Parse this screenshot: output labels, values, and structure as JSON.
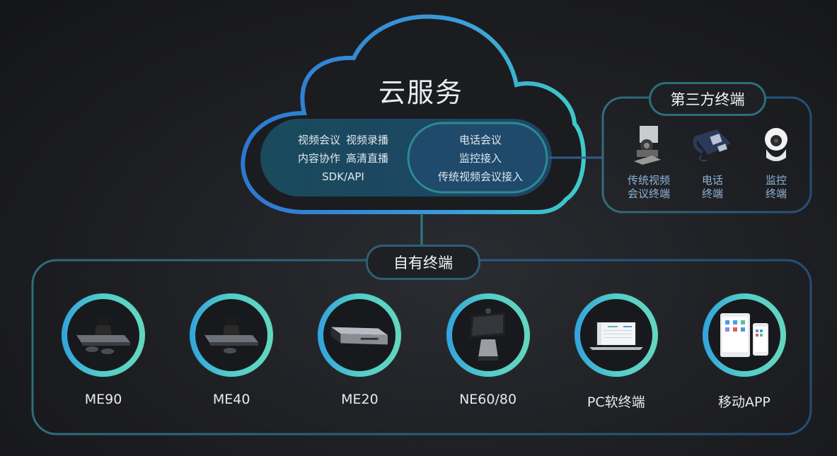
{
  "colors": {
    "background": "#1d1e22",
    "cloud_stroke_start": "#2f7fd3",
    "cloud_stroke_end": "#3ec8c9",
    "ring_start": "#38a9d9",
    "ring_end": "#5fd6c4",
    "panel_border": "#2c5f72",
    "third_label_color": "#8fb3d6"
  },
  "cloud": {
    "title": "云服务",
    "left_services": {
      "row1": [
        "视频会议",
        "视频录播"
      ],
      "row2": [
        "内容协作",
        "高清直播"
      ],
      "row3": "SDK/API"
    },
    "right_services": [
      "电话会议",
      "监控接入",
      "传统视频会议接入"
    ]
  },
  "third_party": {
    "title": "第三方终端",
    "items": [
      {
        "icon": "video-conference-terminal-icon",
        "line1": "传统视频",
        "line2": "会议终端"
      },
      {
        "icon": "telephone-icon",
        "line1": "电话",
        "line2": "终端"
      },
      {
        "icon": "security-camera-icon",
        "line1": "监控",
        "line2": "终端"
      }
    ]
  },
  "own_terminals": {
    "title": "自有终端",
    "items": [
      {
        "icon": "me90-device-icon",
        "label": "ME90"
      },
      {
        "icon": "me40-device-icon",
        "label": "ME40"
      },
      {
        "icon": "me20-device-icon",
        "label": "ME20"
      },
      {
        "icon": "ne60-80-device-icon",
        "label": "NE60/80"
      },
      {
        "icon": "pc-laptop-icon",
        "label": "PC软终端"
      },
      {
        "icon": "mobile-app-icon",
        "label": "移动APP"
      }
    ]
  }
}
